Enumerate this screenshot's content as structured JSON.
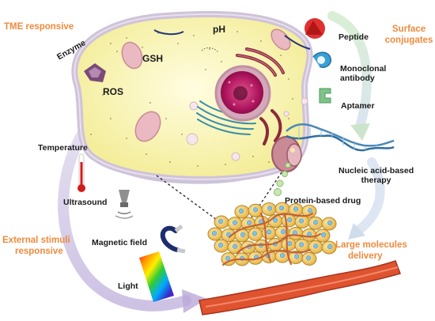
{
  "categories": {
    "tme": "TME responsive",
    "surface_line1": "Surface",
    "surface_line2": "conjugates",
    "external_line1": "External stimuli",
    "external_line2": "responsive",
    "large_line1": "Large molecules",
    "large_line2": "delivery"
  },
  "cell_labels": {
    "ph": "pH",
    "gsh": "GSH",
    "ros": "ROS",
    "enzyme": "Enzyme"
  },
  "surface_items": {
    "peptide": "Peptide",
    "monoclonal_line1": "Monoclonal",
    "monoclonal_line2": "antibody",
    "aptamer": "Aptamer"
  },
  "cargo_items": {
    "nucleic_line1": "Nucleic acid-based",
    "nucleic_line2": "therapy",
    "protein": "Protein-based drug"
  },
  "stimuli_items": {
    "temperature": "Temperature",
    "ultrasound": "Ultrasound",
    "magnetic": "Magnetic field",
    "light": "Light"
  },
  "colors": {
    "accent_orange": "#ef8a3c",
    "cell_fill": "#faf6b8",
    "membrane": "#cfc3d9",
    "nucleus": "#b0155f",
    "mitochondria": "#e8b7bf",
    "er": "#8a2a3a",
    "golgi": "#3a8fa8",
    "vessel": "#e0532f",
    "tumor_cell": "#f2c86a"
  },
  "icons": [
    "enzyme-icon",
    "peptide-icon",
    "antibody-icon",
    "aptamer-icon",
    "thermometer-icon",
    "ultrasound-probe-icon",
    "magnet-icon",
    "spectrum-icon",
    "dna-helix-icon",
    "protein-beads-icon"
  ]
}
